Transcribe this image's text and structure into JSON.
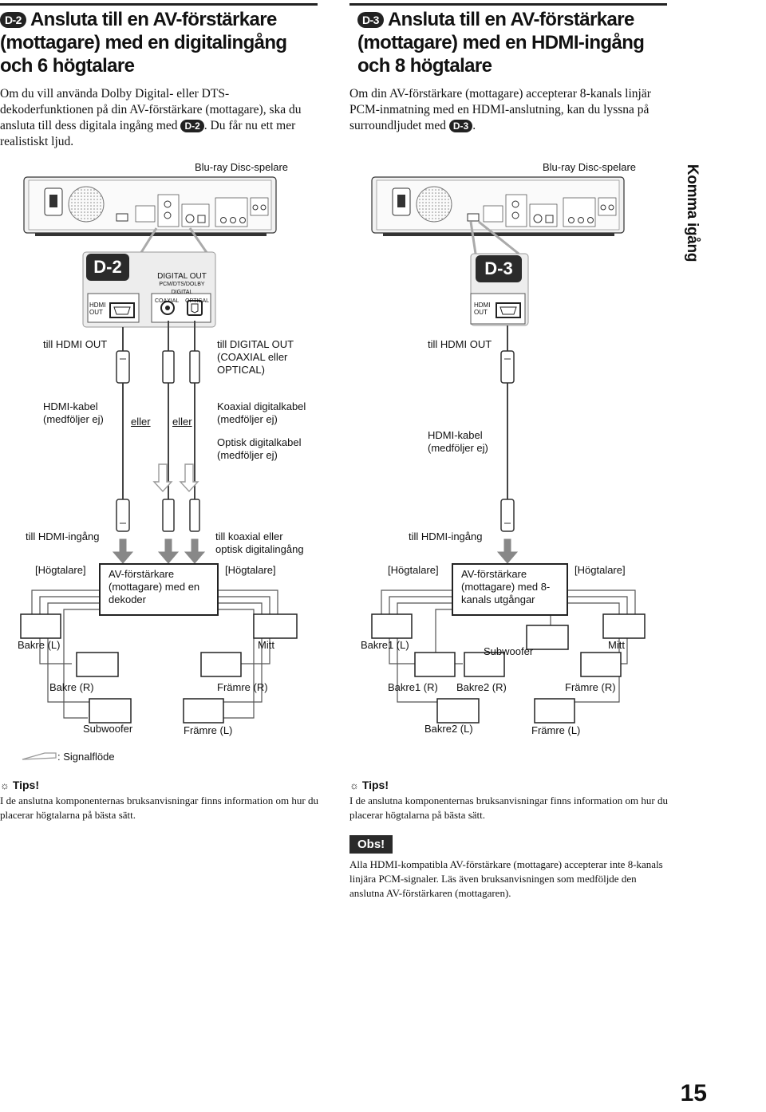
{
  "left": {
    "badge": "D-2",
    "title": "Ansluta till en AV-förstärkare (mottagare) med en digitalingång och 6 högtalare",
    "intro_part1": "Om du vill använda Dolby Digital- eller DTS-dekoderfunktionen på din AV-förstärkare (mottagare), ska du ansluta till dess digitala ingång med",
    "intro_part2": ". Du får nu ett mer realistiskt ljud.",
    "player_label": "Blu-ray Disc-spelare",
    "diagram_badge": "D-2",
    "digital_out": "DIGITAL OUT",
    "digital_out_sub": "PCM/DTS/DOLBY DIGITAL",
    "coaxial": "COAXIAL",
    "optical": "OPTICAL",
    "hdmi_out": "HDMI OUT",
    "to_hdmi_out": "till HDMI OUT",
    "to_digital_out": "till DIGITAL OUT (COAXIAL eller OPTICAL)",
    "hdmi_cable": "HDMI-kabel (medföljer ej)",
    "eller1": "eller",
    "eller2": "eller",
    "coax_cable": "Koaxial digitalkabel (medföljer ej)",
    "optic_cable": "Optisk digitalkabel (medföljer ej)",
    "to_hdmi_in": "till HDMI-ingång",
    "to_coax_in": "till koaxial eller optisk digitalingång",
    "speakers1": "[Högtalare]",
    "speakers2": "[Högtalare]",
    "amp": "AV-förstärkare (mottagare) med en dekoder",
    "rear_l": "Bakre (L)",
    "center": "Mitt",
    "rear_r": "Bakre (R)",
    "front_r": "Främre (R)",
    "subwoofer": "Subwoofer",
    "front_l": "Främre (L)",
    "signal_flow": ": Signalflöde",
    "tips_title": "Tips!",
    "tips_body": "I de anslutna komponenternas bruksanvisningar finns information om hur du placerar högtalarna på bästa sätt."
  },
  "right": {
    "badge": "D-3",
    "title": "Ansluta till en AV-förstärkare (mottagare) med en HDMI-ingång och 8 högtalare",
    "intro_part1": "Om din AV-förstärkare (mottagare) accepterar 8-kanals linjär PCM-inmatning med en HDMI-anslutning, kan du lyssna på surroundljudet med",
    "intro_part2": ".",
    "player_label": "Blu-ray Disc-spelare",
    "diagram_badge": "D-3",
    "hdmi_out": "HDMI OUT",
    "to_hdmi_out": "till HDMI OUT",
    "hdmi_cable": "HDMI-kabel (medföljer ej)",
    "to_hdmi_in": "till HDMI-ingång",
    "speakers1": "[Högtalare]",
    "speakers2": "[Högtalare]",
    "amp": "AV-förstärkare (mottagare) med 8-kanals utgångar",
    "rear1_l": "Bakre1 (L)",
    "center": "Mitt",
    "subwoofer": "Subwoofer",
    "rear1_r": "Bakre1 (R)",
    "rear2_r": "Bakre2 (R)",
    "front_r": "Främre (R)",
    "rear2_l": "Bakre2 (L)",
    "front_l": "Främre (L)",
    "tips_title": "Tips!",
    "tips_body": "I de anslutna komponenternas bruksanvisningar finns information om hur du placerar högtalarna på bästa sätt.",
    "obs_label": "Obs!",
    "obs_body": "Alla HDMI-kompatibla AV-förstärkare (mottagare) accepterar inte 8-kanals linjära PCM-signaler. Läs även bruksanvisningen som medföljde den anslutna AV-förstärkaren (mottagaren)."
  },
  "side_tab": "Komma igång",
  "page_number": "15"
}
